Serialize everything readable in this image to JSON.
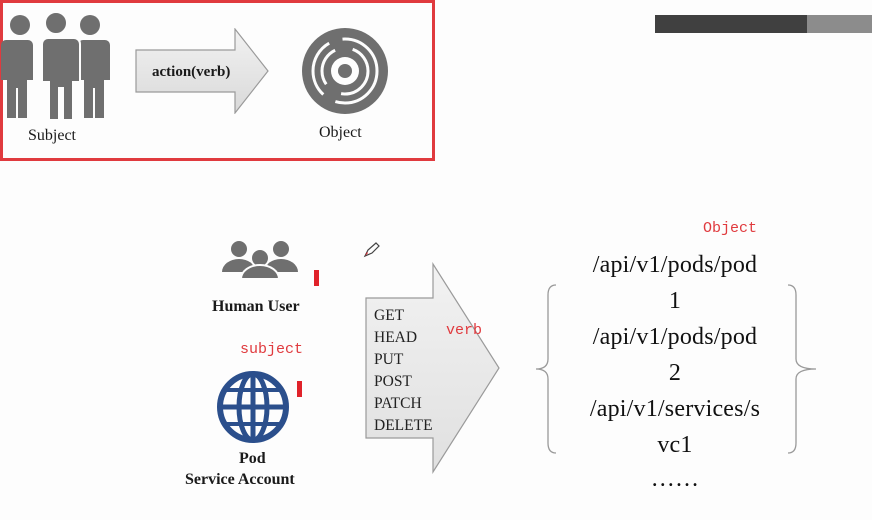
{
  "top": {
    "subject_label": "Subject",
    "action_label": "action(verb)",
    "object_label": "Object"
  },
  "bottom": {
    "human_user_label": "Human User",
    "pod_label": "Pod",
    "service_account_label": "Service Account",
    "subject_annotation": "subject",
    "verb_annotation": "verb",
    "object_annotation": "Object",
    "verbs": [
      "GET",
      "HEAD",
      "PUT",
      "POST",
      "PATCH",
      "DELETE"
    ],
    "api_lines": [
      "/api/v1/pods/pod",
      "1",
      "/api/v1/pods/pod",
      "2",
      "/api/v1/services/s",
      "vc1",
      "……"
    ]
  },
  "colors": {
    "frame_red": "#e03a3e",
    "icon_gray": "#6f6f6f",
    "globe_blue": "#2b4f8c"
  }
}
